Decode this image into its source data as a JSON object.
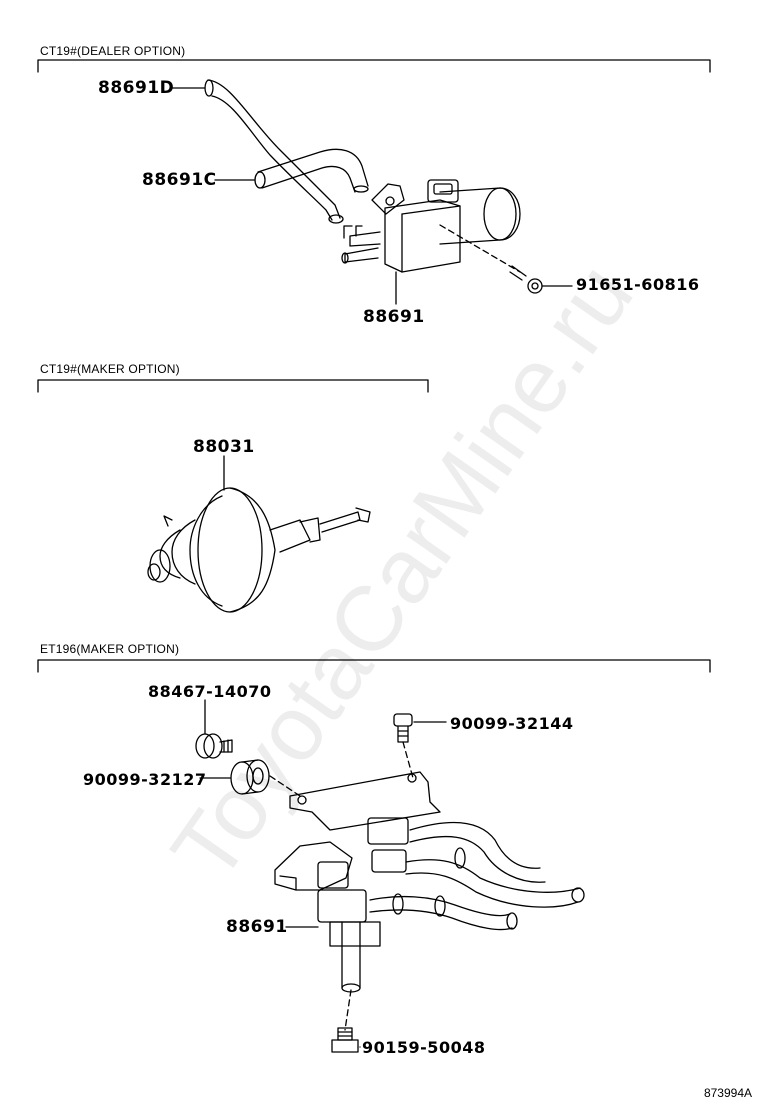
{
  "sections": [
    {
      "title": "CT19#(DEALER OPTION)"
    },
    {
      "title": "CT19#(MAKER OPTION)"
    },
    {
      "title": "ET196(MAKER OPTION)"
    }
  ],
  "parts": {
    "dealer": [
      "88691D",
      "88691C",
      "91651-60816",
      "88691"
    ],
    "maker_ct": [
      "88031"
    ],
    "maker_et": [
      "88467-14070",
      "90099-32144",
      "90099-32127",
      "88691",
      "90159-50048"
    ]
  },
  "watermark": "ToyotaCarMine.ru",
  "diagram_id": "873994A",
  "colors": {
    "ink": "#000000",
    "watermark": "#d9d9d9",
    "background": "#ffffff"
  }
}
